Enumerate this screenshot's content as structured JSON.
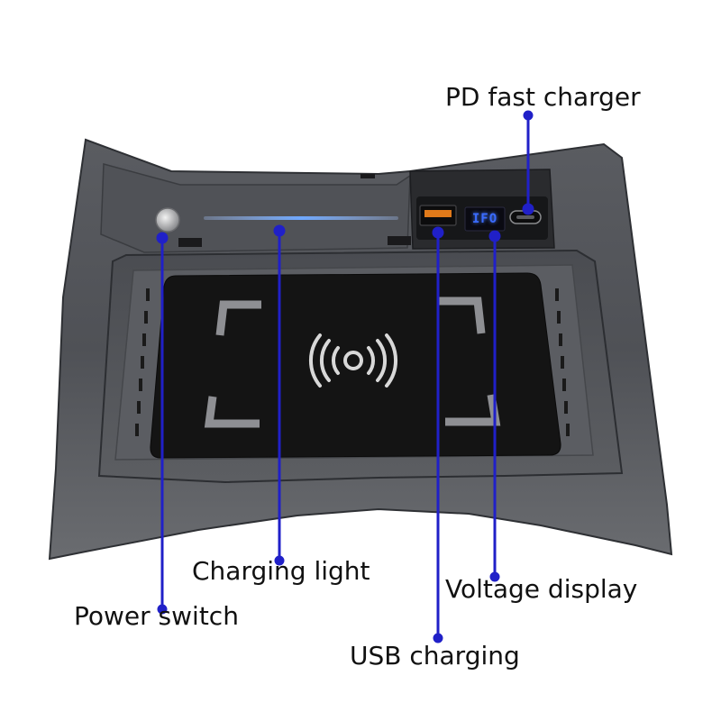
{
  "labels": {
    "pd_fast_charger": "PD fast charger",
    "charging_light": "Charging light",
    "voltage_display": "Voltage display",
    "power_switch": "Power switch",
    "usb_charging": "USB charging"
  },
  "display": {
    "voltage_reading": "IFO"
  },
  "icons": {
    "wireless": "wireless-charging-icon",
    "usb_a": "usb-a-port-icon",
    "usb_c": "usb-c-port-icon",
    "power": "power-button-icon"
  },
  "colors": {
    "leader_line": "#2020c8",
    "display_blue": "#3a6bff",
    "charging_light": "#6fa8ff",
    "usb_port": "#e07a1a",
    "console": "#55575c",
    "pad": "#141414"
  }
}
